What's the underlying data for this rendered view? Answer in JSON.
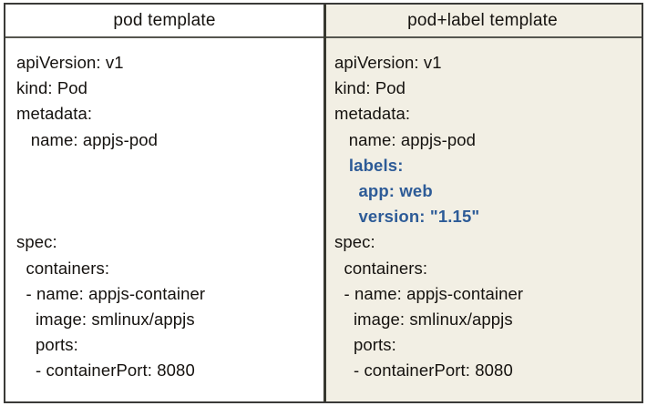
{
  "figure": {
    "title": "pod template vs pod+label template comparison",
    "colors": {
      "left_background": "#ffffff",
      "right_background": "#f2efe4",
      "border": "#3a3a38",
      "divider": "#38382f",
      "text": "#15120f",
      "label_highlight": "#2d5b97"
    }
  },
  "columns": [
    {
      "id": "pod-template",
      "header": "pod  template",
      "background": "#ffffff",
      "lines": [
        {
          "text": "apiVersion: v1",
          "highlight": false
        },
        {
          "text": "kind: Pod",
          "highlight": false
        },
        {
          "text": "metadata:",
          "highlight": false
        },
        {
          "text": "   name: appjs-pod",
          "highlight": false
        },
        {
          "text": " ",
          "highlight": false,
          "blank": true
        },
        {
          "text": " ",
          "highlight": false,
          "blank": true
        },
        {
          "text": " ",
          "highlight": false,
          "blank": true
        },
        {
          "text": "spec:",
          "highlight": false
        },
        {
          "text": "  containers:",
          "highlight": false
        },
        {
          "text": "  - name: appjs-container",
          "highlight": false
        },
        {
          "text": "    image: smlinux/appjs",
          "highlight": false
        },
        {
          "text": "    ports:",
          "highlight": false
        },
        {
          "text": "    - containerPort: 8080",
          "highlight": false
        }
      ]
    },
    {
      "id": "pod-label-template",
      "header": "pod+label  template",
      "background": "#f2efe4",
      "lines": [
        {
          "text": "apiVersion: v1",
          "highlight": false
        },
        {
          "text": "kind: Pod",
          "highlight": false
        },
        {
          "text": "metadata:",
          "highlight": false
        },
        {
          "text": "   name: appjs-pod",
          "highlight": false
        },
        {
          "text": "   labels:",
          "highlight": true
        },
        {
          "text": "     app: web",
          "highlight": true
        },
        {
          "text": "     version: \"1.15\"",
          "highlight": true
        },
        {
          "text": "spec:",
          "highlight": false
        },
        {
          "text": "  containers:",
          "highlight": false
        },
        {
          "text": "  - name: appjs-container",
          "highlight": false
        },
        {
          "text": "    image: smlinux/appjs",
          "highlight": false
        },
        {
          "text": "    ports:",
          "highlight": false
        },
        {
          "text": "    - containerPort: 8080",
          "highlight": false
        }
      ]
    }
  ]
}
